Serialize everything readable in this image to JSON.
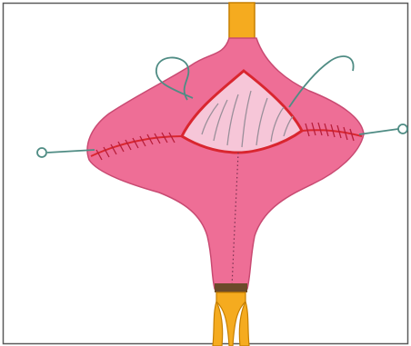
{
  "figure": {
    "colors": {
      "frame_border": "#5a5a5a",
      "background": "#ffffff",
      "tissue": "#ee6e96",
      "tissue_dark": "#d9557f",
      "inner_layer": "#f6c6d8",
      "incision_edge": "#d9262f",
      "stitches": "#b81e3a",
      "tube": "#f5ab1f",
      "tube_outline": "#c67f00",
      "tube_band": "#6b4a2a",
      "suture_thread": "#4f8c84",
      "folds": "#9a8f9a",
      "midline_dots": "#7a3150"
    },
    "icons": [
      "upper-tube",
      "lower-bifurcated-tube",
      "incision-opening",
      "left-suture-thread",
      "right-suture-thread",
      "stay-suture-loops"
    ]
  }
}
